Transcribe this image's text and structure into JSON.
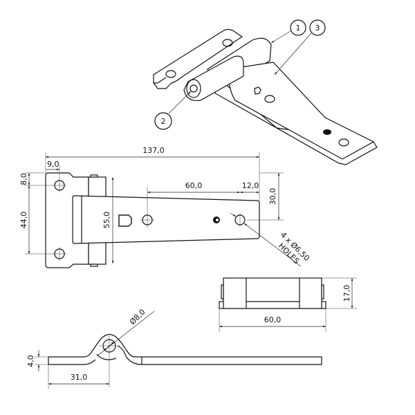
{
  "balloons": {
    "b1": "1",
    "b2": "2",
    "b3": "3"
  },
  "dimensions": {
    "overall_length": "137,0",
    "edge_to_hole": "9,0",
    "top_offset": "8,0",
    "hole_spacing_vertical": "44,0",
    "knuckle_length": "55,0",
    "hole_spacing_horizontal": "60,0",
    "end_offset": "12,0",
    "hole_height": "30,0",
    "holes_note_line1": "4 x Ø6,50",
    "holes_note_line2": "HOLES",
    "side_height": "17,0",
    "side_width": "60,0",
    "pin_diameter": "Ø8,0",
    "thickness": "4,0",
    "pin_offset": "31,0"
  }
}
